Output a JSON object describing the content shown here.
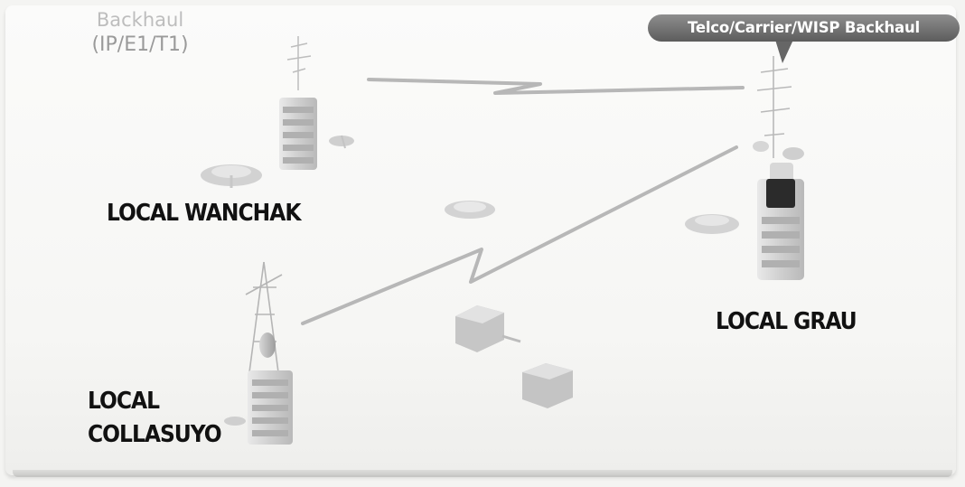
{
  "diagram": {
    "backhaul_title": "Backhaul",
    "backhaul_subtitle": "(IP/E1/T1)",
    "callout": "Telco/Carrier/WISP Backhaul",
    "sites": [
      {
        "name": "LOCAL WANCHAK"
      },
      {
        "name": "LOCAL GRAU"
      },
      {
        "name": "LOCAL",
        "name2": "COLLASUYO"
      }
    ],
    "links": [
      {
        "from": "LOCAL WANCHAK",
        "to": "LOCAL GRAU",
        "type": "wireless"
      },
      {
        "from": "LOCAL COLLASUYO",
        "to": "LOCAL GRAU",
        "type": "wireless"
      }
    ],
    "colors": {
      "link": "#b7b7b7",
      "building": "#c9c9c9",
      "callout": "#6e6e6e",
      "roof_accent": "#2b2b2b"
    }
  }
}
